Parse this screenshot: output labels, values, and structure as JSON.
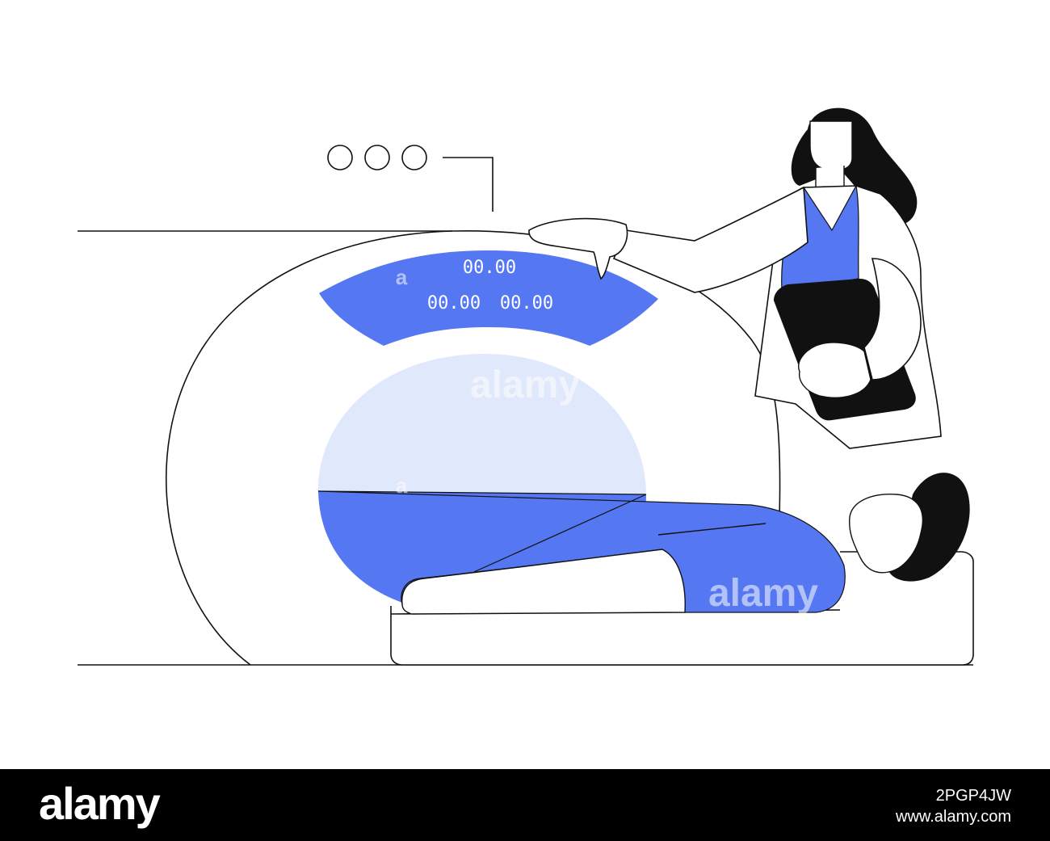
{
  "colors": {
    "accent": "#5578f2",
    "accent_light": "#e0e8fb",
    "ink": "#111111",
    "background": "#ffffff",
    "footer": "#000000"
  },
  "scanner": {
    "display_top": "00.00",
    "display_left": "00.00",
    "display_right": "00.00"
  },
  "watermark": {
    "text": "alamy",
    "fragment": "a"
  },
  "footer": {
    "logo": "alamy",
    "image_id": "2PGP4JW",
    "site": "www.alamy.com"
  }
}
